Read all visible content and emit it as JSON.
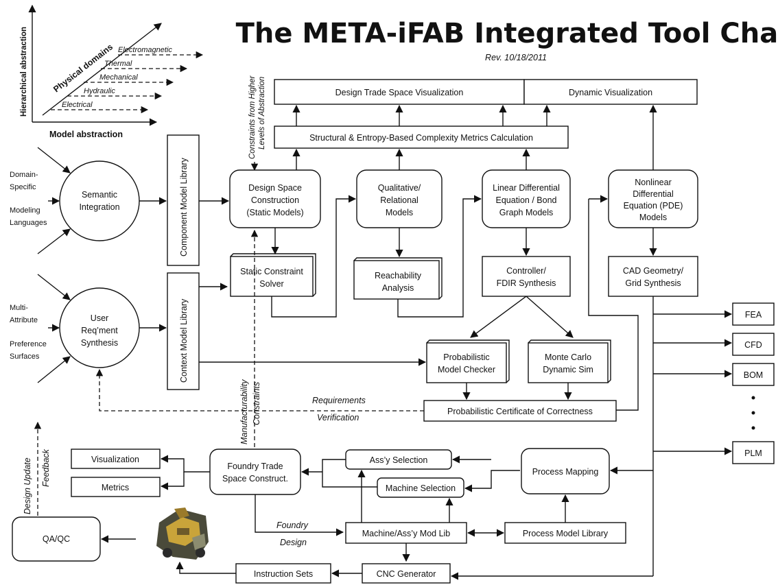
{
  "title": "The META-iFAB Integrated Tool Chain",
  "revision": "Rev. 10/18/2011",
  "legend": {
    "y_axis": "Hierarchical abstraction",
    "x_axis": "Model abstraction",
    "diag_axis": "Physical domains",
    "domains": [
      "Electromagnetic",
      "Thermal",
      "Mechanical",
      "Hydraulic",
      "Electrical"
    ]
  },
  "inputs_top": [
    "Domain-",
    "Specific",
    "Modeling",
    "Languages"
  ],
  "inputs_bottom": [
    "Multi-",
    "Attribute",
    "Preference",
    "Surfaces"
  ],
  "semantic_integration": [
    "Semantic",
    "Integration"
  ],
  "user_reqment": [
    "User",
    "Req’ment",
    "Synthesis"
  ],
  "component_model_library": "Component Model Library",
  "context_model_library": "Context Model Library",
  "constraints_higher": [
    "Constraints from Higher",
    "Levels of Abstraction"
  ],
  "design_trade_space_vis": "Design Trade Space Visualization",
  "dynamic_vis": "Dynamic Visualization",
  "complexity_metrics": "Structural & Entropy-Based Complexity Metrics Calculation",
  "design_space_construction": [
    "Design Space",
    "Construction",
    "(Static Models)"
  ],
  "qualitative_relational": [
    "Qualitative/",
    "Relational",
    "Models"
  ],
  "linear_diff": [
    "Linear Differential",
    "Equation / Bond",
    "Graph Models"
  ],
  "nonlinear_diff": [
    "Nonlinear",
    "Differential",
    "Equation (PDE)",
    "Models"
  ],
  "static_constraint_solver": [
    "Static Constraint",
    "Solver"
  ],
  "reachability": [
    "Reachability",
    "Analysis"
  ],
  "controller_fdir": [
    "Controller/",
    "FDIR Synthesis"
  ],
  "cad_geometry": [
    "CAD Geometry/",
    "Grid Synthesis"
  ],
  "prob_model_checker": [
    "Probabilistic",
    "Model Checker"
  ],
  "monte_carlo": [
    "Monte Carlo",
    "Dynamic Sim"
  ],
  "prob_certificate": "Probabilistic Certificate of Correctness",
  "req_verification": [
    "Requirements",
    "Verification"
  ],
  "outputs": [
    "FEA",
    "CFD",
    "BOM",
    "PLM"
  ],
  "manufacturability": [
    "Manufacturability",
    "Constraints"
  ],
  "design_update": [
    "Design Update",
    "Feedback"
  ],
  "visualization": "Visualization",
  "metrics": "Metrics",
  "foundry_trade": [
    "Foundry Trade",
    "Space Construct."
  ],
  "assy_selection": "Ass’y Selection",
  "machine_selection": "Machine Selection",
  "process_mapping": "Process Mapping",
  "qa_qc": "QA/QC",
  "foundry_design": [
    "Foundry",
    "Design"
  ],
  "machine_assy_lib": "Machine/Ass’y Mod Lib",
  "process_model_library": "Process Model Library",
  "instruction_sets": "Instruction Sets",
  "cnc_generator": "CNC Generator"
}
